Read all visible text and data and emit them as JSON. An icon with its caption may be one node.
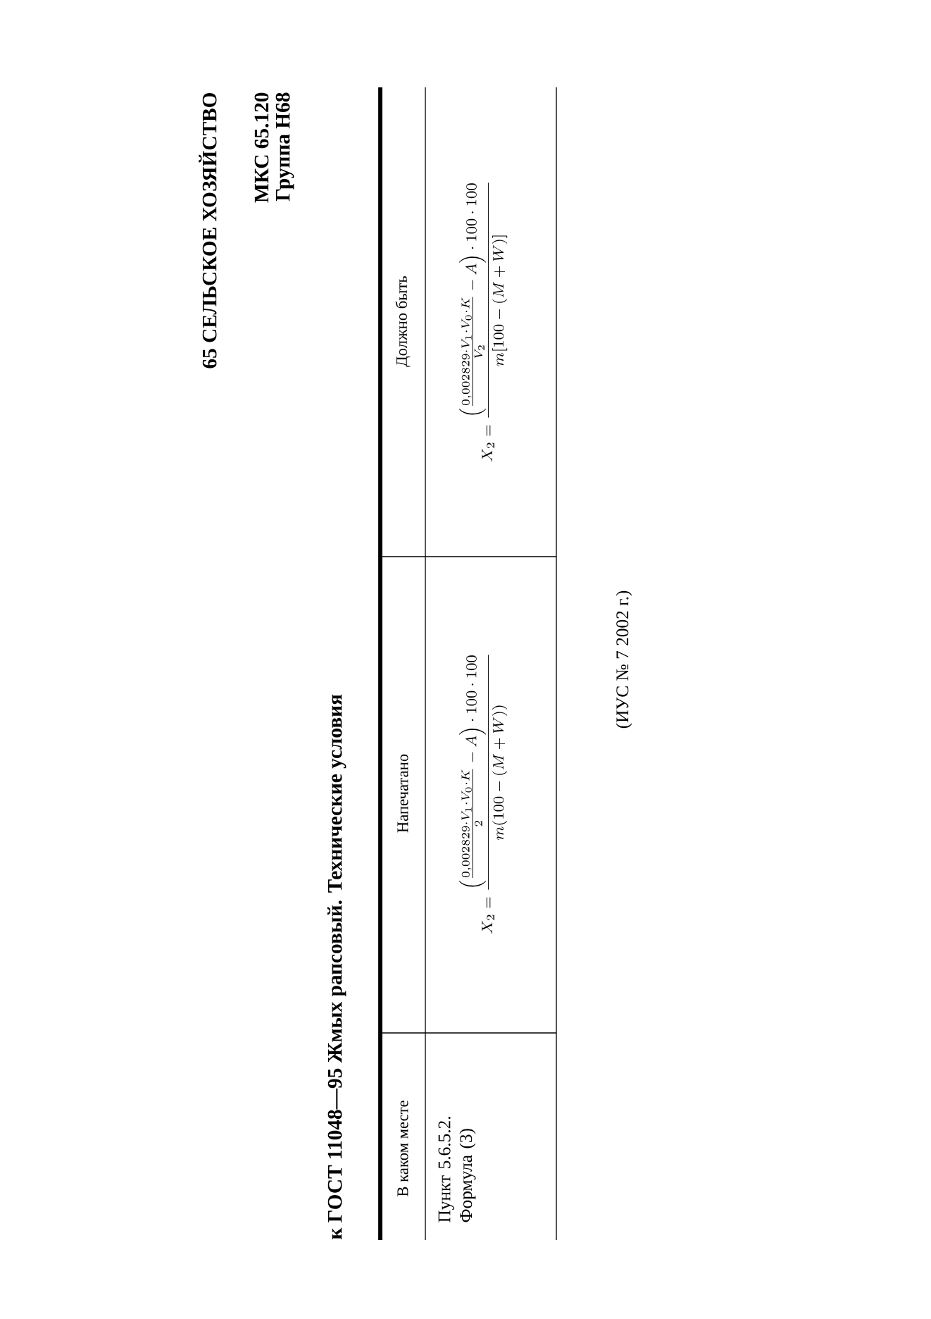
{
  "diagram": {
    "title": "к ГОСТ 11048—95 Жмых рапсовый. Технические условия",
    "labels": [
      "65 СЕЛЬСКОЕ ХОЗЯЙСТВО",
      "МКС 65.120",
      "Группа Н68",
      "В каком месте",
      "Напечатано",
      "Должно быть",
      "Пункт 5.6.5.2. Формула (3)",
      "X_2=\\frac{\\left(\\frac{0{,}002829\\cdot V_1\\cdot V_0\\cdot K}{2}-A\\right)\\cdot 100\\cdot 100}{m(100-(M+W))}",
      "X_2=\\frac{\\left(\\frac{0{,}002829\\cdot V_1\\cdot V_0\\cdot K}{V_2}-A\\right)\\cdot 100\\cdot 100}{m[100-(M+W)]}",
      "(ИУС № 7 2002 г.)"
    ]
  }
}
